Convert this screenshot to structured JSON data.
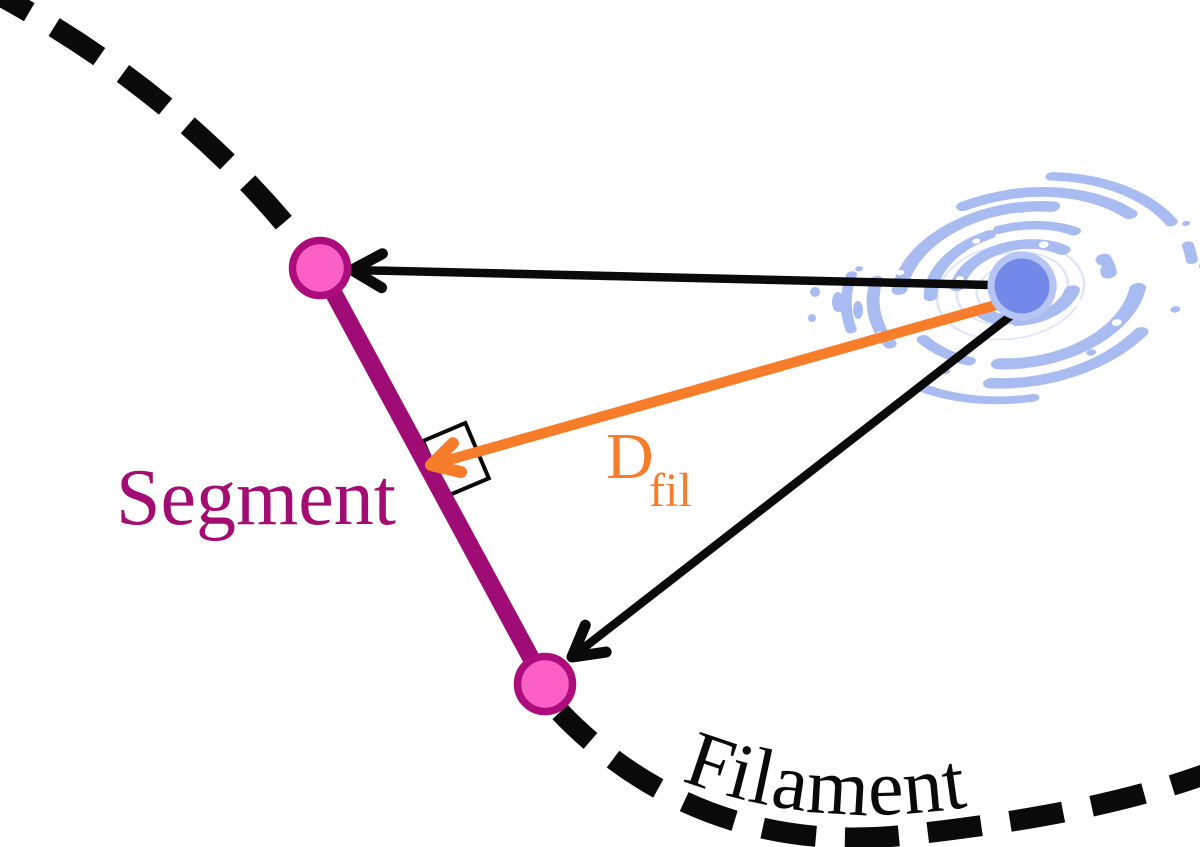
{
  "labels": {
    "segment": {
      "text": "Segment",
      "color": "#a30d73"
    },
    "distance": {
      "text_main": "D",
      "text_subscript": "fil",
      "color": "#f87d2a"
    },
    "filament": {
      "text": "Filament",
      "color": "#0a0a0a"
    }
  },
  "colors": {
    "background": "#ffffff",
    "filament_dashes": "#0a0a0a",
    "segment_line": "#a00c76",
    "segment_node_fill": "#fa60c6",
    "segment_node_border": "#ac0c7c",
    "black_arrows": "#0a0a0a",
    "distance_arrow": "#f87d2a",
    "right_angle_marker": "#0a0a0a",
    "galaxy_arms": "#a9bcf2",
    "galaxy_core": "#7289e9",
    "galaxy_core_halo": "#b7c5f4"
  },
  "elements": {
    "galaxy": "spiral-galaxy-illustration",
    "segment_nodes": 2,
    "arrows_from_galaxy": [
      "to-top-node",
      "to-bottom-node",
      "perpendicular-distance"
    ]
  }
}
